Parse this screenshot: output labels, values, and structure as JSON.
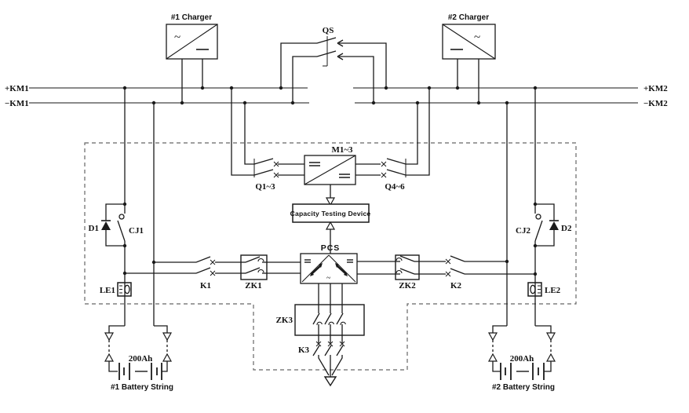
{
  "diagram": {
    "title_hidden": "",
    "chargers": {
      "c1": "#1 Charger",
      "c2": "#2 Charger"
    },
    "buses": {
      "km1_pos": "+KM1",
      "km1_neg": "−KM1",
      "km2_pos": "+KM2",
      "km2_neg": "−KM2"
    },
    "switches": {
      "qs": "QS",
      "q13": "Q1~3",
      "q46": "Q4~6",
      "k1": "K1",
      "k2": "K2",
      "k3": "K3",
      "zk1": "ZK1",
      "zk2": "ZK2",
      "zk3": "ZK3",
      "cj1": "CJ1",
      "cj2": "CJ2"
    },
    "diodes": {
      "d1": "D1",
      "d2": "D2"
    },
    "sensors": {
      "le1": "LE1",
      "le2": "LE2"
    },
    "converter": {
      "label": "M1~3"
    },
    "ctd": {
      "label": "Capacity Testing Device"
    },
    "pcs": {
      "label": "PCS"
    },
    "batteries": {
      "b1": {
        "capacity": "200Ah",
        "label": "#1 Battery String"
      },
      "b2": {
        "capacity": "200Ah",
        "label": "#2 Battery String"
      }
    },
    "symbols": {
      "ac": "~"
    },
    "colors": {
      "wire": "#1a1a1a",
      "bus": "#8a8a8a",
      "background": "#ffffff"
    }
  }
}
